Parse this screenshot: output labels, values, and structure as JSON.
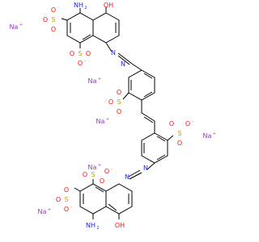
{
  "colors": {
    "bond": "#000000",
    "nitrogen": "#2020ff",
    "oxygen": "#ff0d0d",
    "sulfur": "#c8a000",
    "sodium": "#9a39d0"
  },
  "atoms": {
    "na": "Na",
    "plus": "+",
    "minus": "-",
    "o": "O",
    "s": "S",
    "n": "N",
    "oh": "OH",
    "nh2": "NH",
    "two": "2"
  }
}
